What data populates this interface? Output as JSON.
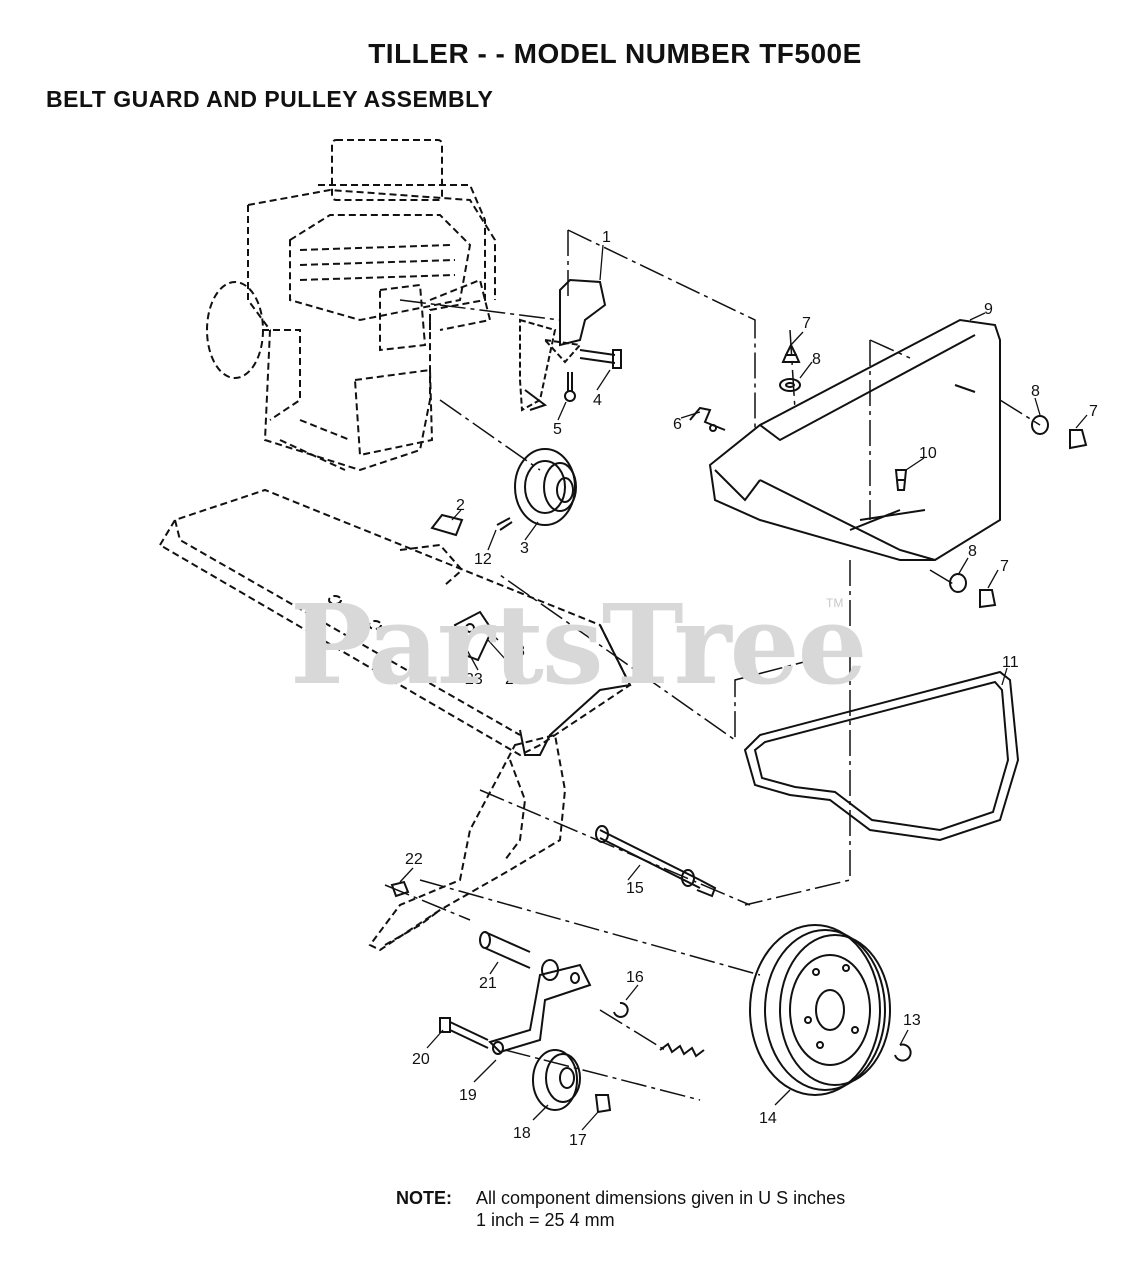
{
  "title": "TILLER - - MODEL NUMBER TF500E",
  "subtitle": "BELT GUARD AND PULLEY ASSEMBLY",
  "watermark": "PartsTree",
  "watermark_tm": "TM",
  "note": {
    "label": "NOTE:",
    "line1": "All component dimensions given in U S  inches",
    "line2": "1 inch = 25 4 mm"
  },
  "callouts": {
    "c1": "1",
    "c2": "2",
    "c3": "3",
    "c4": "4",
    "c5": "5",
    "c6": "6",
    "c7a": "7",
    "c7b": "7",
    "c7c": "7",
    "c8a": "8",
    "c8b": "8",
    "c8c": "8",
    "c8d": "8",
    "c9": "9",
    "c10": "10",
    "c11": "11",
    "c12": "12",
    "c13": "13",
    "c14": "14",
    "c15": "15",
    "c16": "16",
    "c17": "17",
    "c18": "18",
    "c19": "19",
    "c20": "20",
    "c21": "21",
    "c22": "22",
    "c23": "23",
    "c24": "24"
  },
  "colors": {
    "ink": "#111111",
    "watermark": "#d8d8d8",
    "background": "#ffffff"
  }
}
